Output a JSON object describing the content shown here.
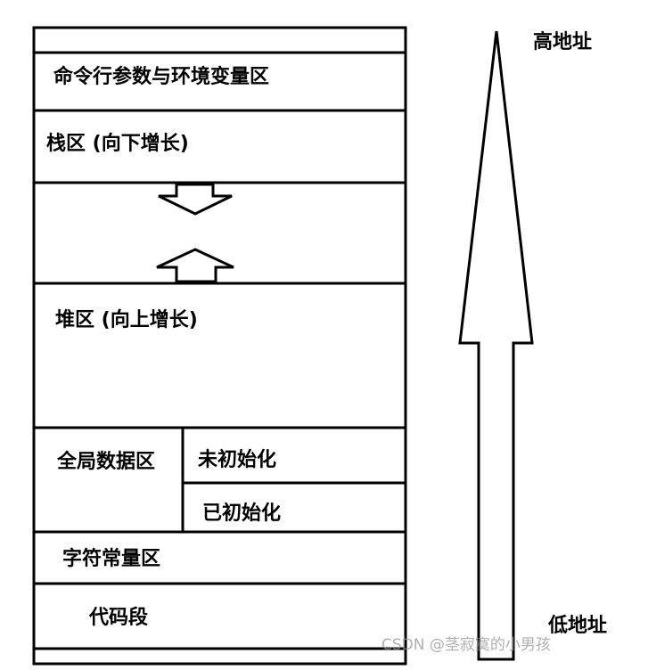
{
  "sections": {
    "cmdline_env": "命令行参数与环境变量区",
    "stack": "栈区 (向下增长)",
    "heap": "堆区 (向上增长)",
    "global_data": "全局数据区",
    "uninitialized": "未初始化",
    "initialized": "已初始化",
    "const_string": "字符常量区",
    "code": "代码段"
  },
  "address": {
    "high": "高地址",
    "low": "低地址"
  },
  "watermark": "CSDN @茎寂寞的小男孩"
}
